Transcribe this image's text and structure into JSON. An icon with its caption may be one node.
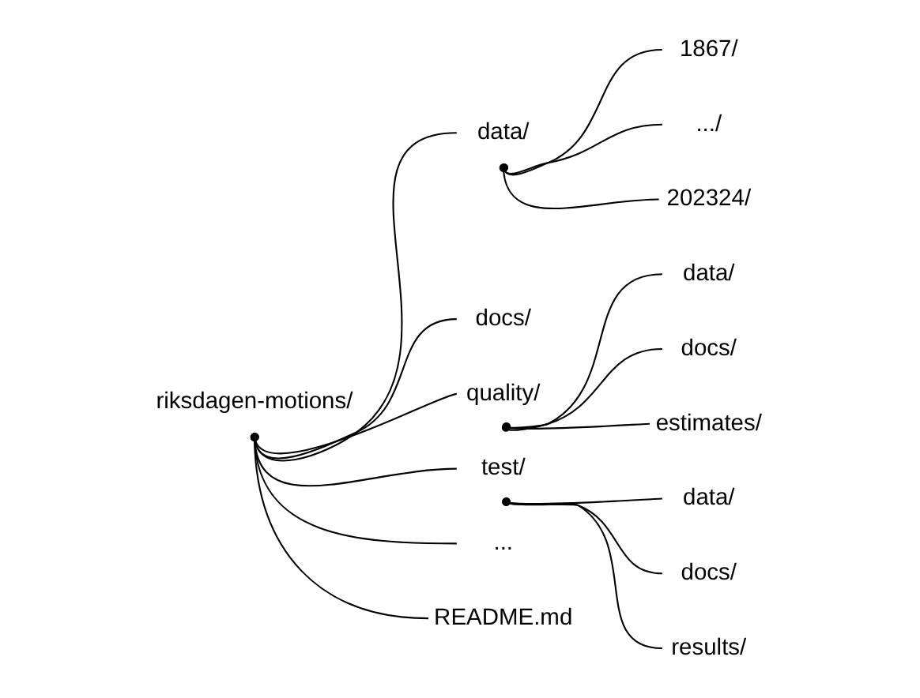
{
  "diagram": {
    "nodes": [
      {
        "text": [
          "riksdagen-motions/"
        ]
      },
      {
        "text": [
          "data/"
        ]
      },
      {
        "text": [
          "1867/"
        ]
      },
      {
        "text": [
          ".../"
        ]
      },
      {
        "text": [
          "202324/"
        ]
      },
      {
        "text": [
          "docs/"
        ]
      },
      {
        "text": [
          "quality/"
        ]
      },
      {
        "text": [
          "data/"
        ]
      },
      {
        "text": [
          "docs/"
        ]
      },
      {
        "text": [
          "estimates/"
        ]
      },
      {
        "text": [
          "test/"
        ]
      },
      {
        "text": [
          "data/"
        ]
      },
      {
        "text": [
          "docs/"
        ]
      },
      {
        "text": [
          "results/"
        ]
      },
      {
        "text": [
          "..."
        ]
      },
      {
        "text": [
          "README.md"
        ]
      }
    ],
    "edges": [
      {
        "from": 0,
        "to": 1,
        "arrow": "other"
      },
      {
        "from": 1,
        "to": 2,
        "arrow": "other"
      },
      {
        "from": 1,
        "to": 3,
        "arrow": "other"
      },
      {
        "from": 1,
        "to": 4,
        "arrow": "other"
      },
      {
        "from": 0,
        "to": 5,
        "arrow": "other"
      },
      {
        "from": 0,
        "to": 6,
        "arrow": "other"
      },
      {
        "from": 6,
        "to": 7,
        "arrow": "other"
      },
      {
        "from": 6,
        "to": 8,
        "arrow": "other"
      },
      {
        "from": 6,
        "to": 9,
        "arrow": "other"
      },
      {
        "from": 0,
        "to": 10,
        "arrow": "other"
      },
      {
        "from": 10,
        "to": 11,
        "arrow": "other"
      },
      {
        "from": 10,
        "to": 12,
        "arrow": "other"
      },
      {
        "from": 10,
        "to": 13,
        "arrow": "other"
      },
      {
        "from": 0,
        "to": 14,
        "arrow": "other"
      },
      {
        "from": 0,
        "to": 15,
        "arrow": "other"
      }
    ]
  }
}
